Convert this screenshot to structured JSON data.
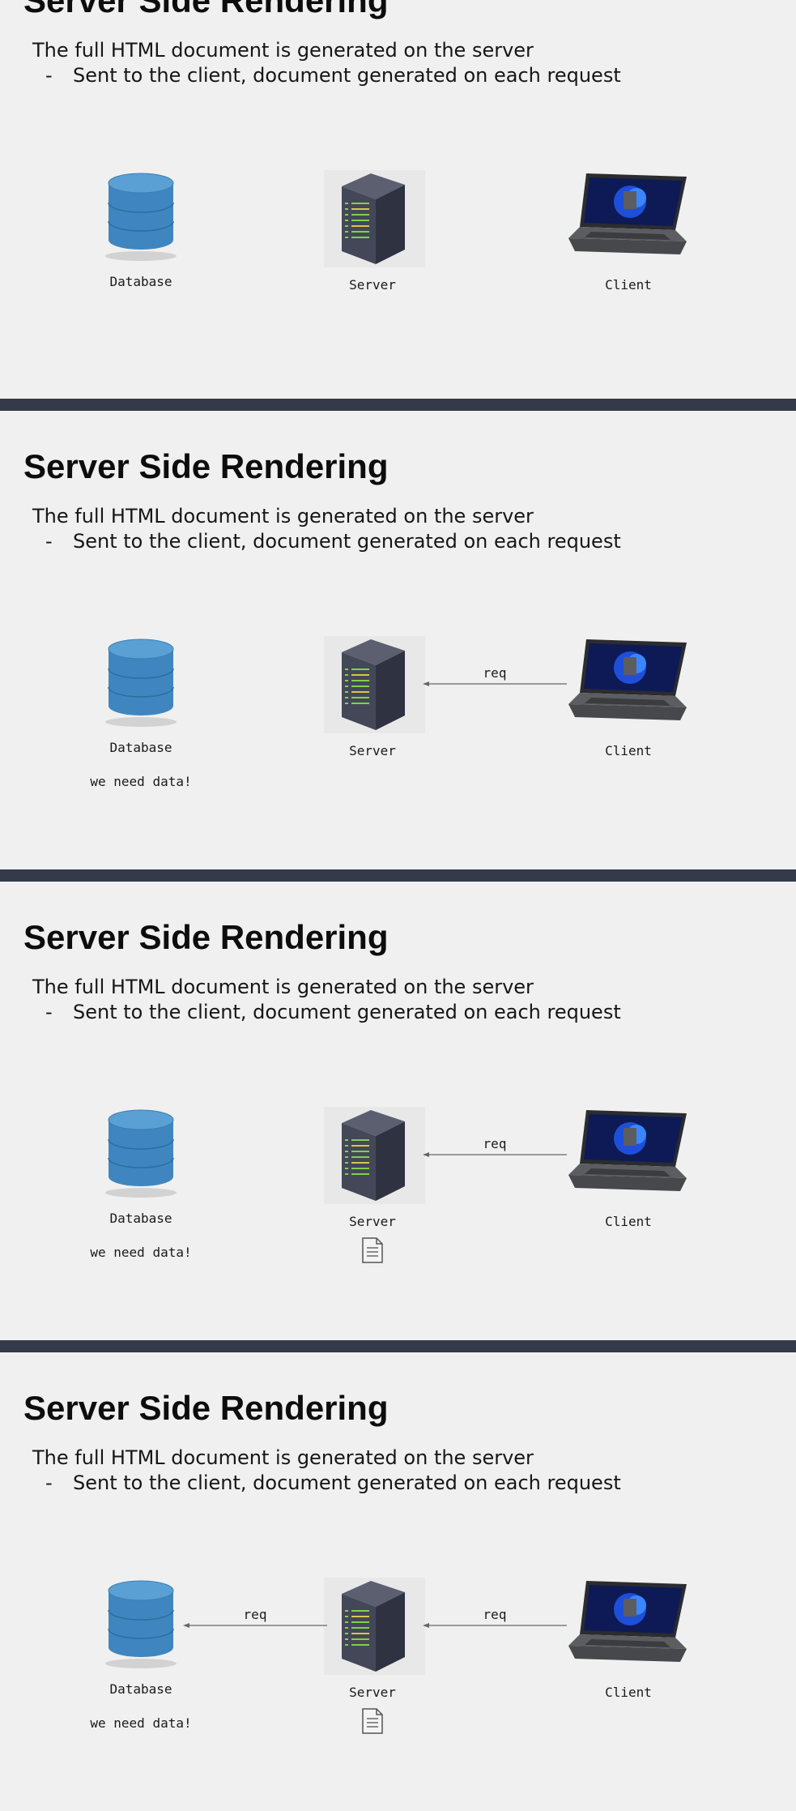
{
  "slides": [
    {
      "title": "Server Side Rendering",
      "bullet": "The full HTML document is generated on the server",
      "subbullet": "Sent to the client, document generated on each request",
      "nodes": {
        "database": "Database",
        "server": "Server",
        "client": "Client"
      },
      "req_client_server": "",
      "req_server_db": "",
      "db_note": "",
      "document_shown": false
    },
    {
      "title": "Server Side Rendering",
      "bullet": "The full HTML document is generated on the server",
      "subbullet": "Sent to the client, document generated on each request",
      "nodes": {
        "database": "Database",
        "server": "Server",
        "client": "Client"
      },
      "req_client_server": "req",
      "req_server_db": "",
      "db_note": "we need data!",
      "document_shown": false
    },
    {
      "title": "Server Side Rendering",
      "bullet": "The full HTML document is generated on the server",
      "subbullet": "Sent to the client, document generated on each request",
      "nodes": {
        "database": "Database",
        "server": "Server",
        "client": "Client"
      },
      "req_client_server": "req",
      "req_server_db": "",
      "db_note": "we need data!",
      "document_shown": true
    },
    {
      "title": "Server Side Rendering",
      "bullet": "The full HTML document is generated on the server",
      "subbullet": "Sent to the client, document generated on each request",
      "nodes": {
        "database": "Database",
        "server": "Server",
        "client": "Client"
      },
      "req_client_server": "req",
      "req_server_db": "req",
      "db_note": "we need data!",
      "document_shown": true
    }
  ],
  "icons": {
    "database": "database-icon",
    "server": "server-tower-icon",
    "client": "laptop-icon",
    "document": "document-icon"
  },
  "colors": {
    "divider": "#343a4a",
    "database": "#4a8fc4",
    "server": "#434757",
    "server_leds": "#7fd14a",
    "laptop": "#5b5d60",
    "laptop_screen": "#1e4fd8"
  }
}
